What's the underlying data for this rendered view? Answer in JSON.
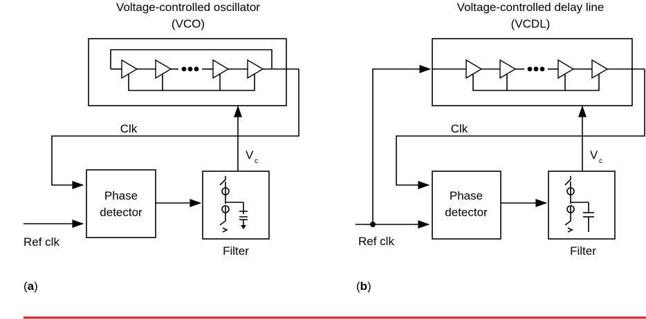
{
  "colors": {
    "ink": "#000000",
    "footer_rule": "#c0282d"
  },
  "panel_a": {
    "title_line1": "Voltage-controlled oscillator",
    "title_line2": "(VCO)",
    "clk_label": "Clk",
    "vc_label": "V",
    "vc_sub": "c",
    "pd_line1": "Phase",
    "pd_line2": "detector",
    "filter_label": "Filter",
    "ref_label": "Ref clk",
    "caption_open": "(",
    "caption_letter": "a",
    "caption_close": ")"
  },
  "panel_b": {
    "title_line1": "Voltage-controlled delay line",
    "title_line2": "(VCDL)",
    "clk_label": "Clk",
    "vc_label": "V",
    "vc_sub": "c",
    "pd_line1": "Phase",
    "pd_line2": "detector",
    "filter_label": "Filter",
    "ref_label": "Ref clk",
    "caption_open": "(",
    "caption_letter": "b",
    "caption_close": ")"
  },
  "icons": {
    "delay_stage": "buffer-triangle-icon",
    "ellipsis": "dots-icon",
    "current_source": "current-source-icon",
    "capacitor": "capacitor-icon"
  }
}
